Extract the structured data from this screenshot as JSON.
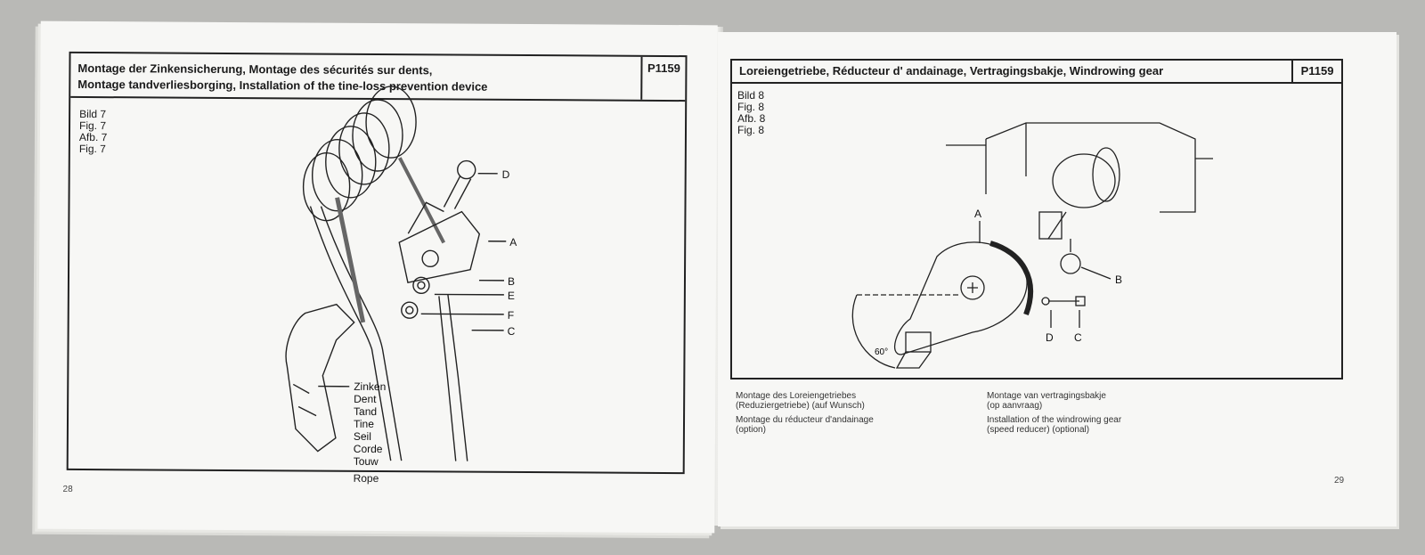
{
  "left_page": {
    "header": {
      "line1": "Montage der Zinkensicherung, Montage des sécurités sur dents,",
      "line2": "Montage tandverliesborging, Installation of the tine-loss prevention device",
      "code": "P1159"
    },
    "figure_labels": [
      "Bild 7",
      "Fig.  7",
      "Afb.  7",
      "Fig.  7"
    ],
    "callouts": {
      "a": "A",
      "b": "B",
      "c": "C",
      "d": "D",
      "e": "E",
      "f": "F"
    },
    "tine_labels": [
      "Zinken",
      "Dent",
      "Tand",
      "Tine"
    ],
    "rope_labels": [
      "Seil",
      "Corde",
      "Touw",
      "Rope"
    ],
    "page_number": "28"
  },
  "right_page": {
    "header": {
      "title": "Loreiengetriebe, Réducteur d' andainage, Vertragingsbakje, Windrowing gear",
      "code": "P1159"
    },
    "figure_labels": [
      "Bild  8",
      "Fig.  8",
      "Afb.  8",
      "Fig.  8"
    ],
    "callouts": {
      "a": "A",
      "b": "B",
      "c": "C",
      "d": "D"
    },
    "angle_label": "60°",
    "captions": {
      "de": [
        "Montage des Loreiengetriebes",
        "(Reduziergetriebe) (auf Wunsch)"
      ],
      "fr": [
        "Montage du réducteur d'andainage",
        "(option)"
      ],
      "nl": [
        "Montage van vertragingsbakje",
        "(op aanvraag)"
      ],
      "en": [
        "Installation of the windrowing gear",
        "(speed reducer) (optional)"
      ]
    },
    "page_number": "29"
  },
  "colors": {
    "paper": "#f7f7f5",
    "ink": "#1a1a1a",
    "background": "#b9b9b6"
  }
}
